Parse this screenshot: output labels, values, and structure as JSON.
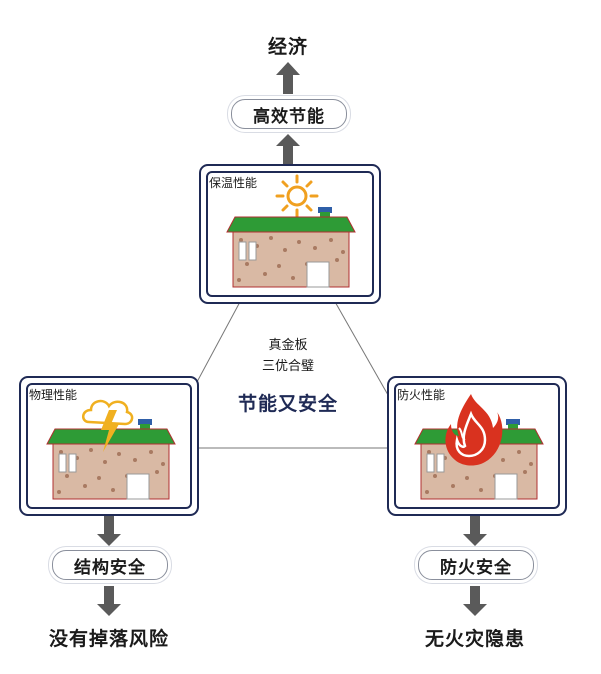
{
  "top": {
    "goal": "经济",
    "pill": "高效节能"
  },
  "cards": {
    "top": {
      "label": "保温性能"
    },
    "left": {
      "label": "物理性能"
    },
    "right": {
      "label": "防火性能"
    }
  },
  "center": {
    "line1": "真金板",
    "line2": "三优合璧",
    "headline": "节能又安全"
  },
  "left_branch": {
    "pill": "结构安全",
    "result": "没有掉落风险"
  },
  "right_branch": {
    "pill": "防火安全",
    "result": "无火灾隐患"
  },
  "colors": {
    "navy": "#1f2a55",
    "arrow": "#5a5a5a",
    "roof": "#2e9b36",
    "sun": "#f0a020",
    "lightning": "#f0b020",
    "fire": "#d9321f"
  }
}
